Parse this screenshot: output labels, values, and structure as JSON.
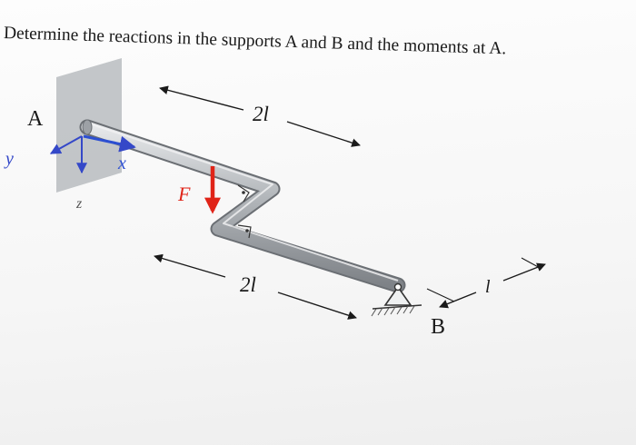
{
  "question": "Determine the reactions in the supports A and B and the moments at A.",
  "figure": {
    "support_a_label": "A",
    "support_b_label": "B",
    "force_label": "F",
    "axis_x_label": "x",
    "axis_y_label": "y",
    "axis_z_label": "z",
    "dim_top_label": "2l",
    "dim_bottom_label": "2l",
    "dim_right_label": "l",
    "colors": {
      "wall": "#b9bcbf",
      "beam": "#a9adb1",
      "force": "#e02418",
      "axis_x": "#2c4fd1",
      "axis_y": "#3448c8",
      "text": "#1a1a1a"
    }
  }
}
